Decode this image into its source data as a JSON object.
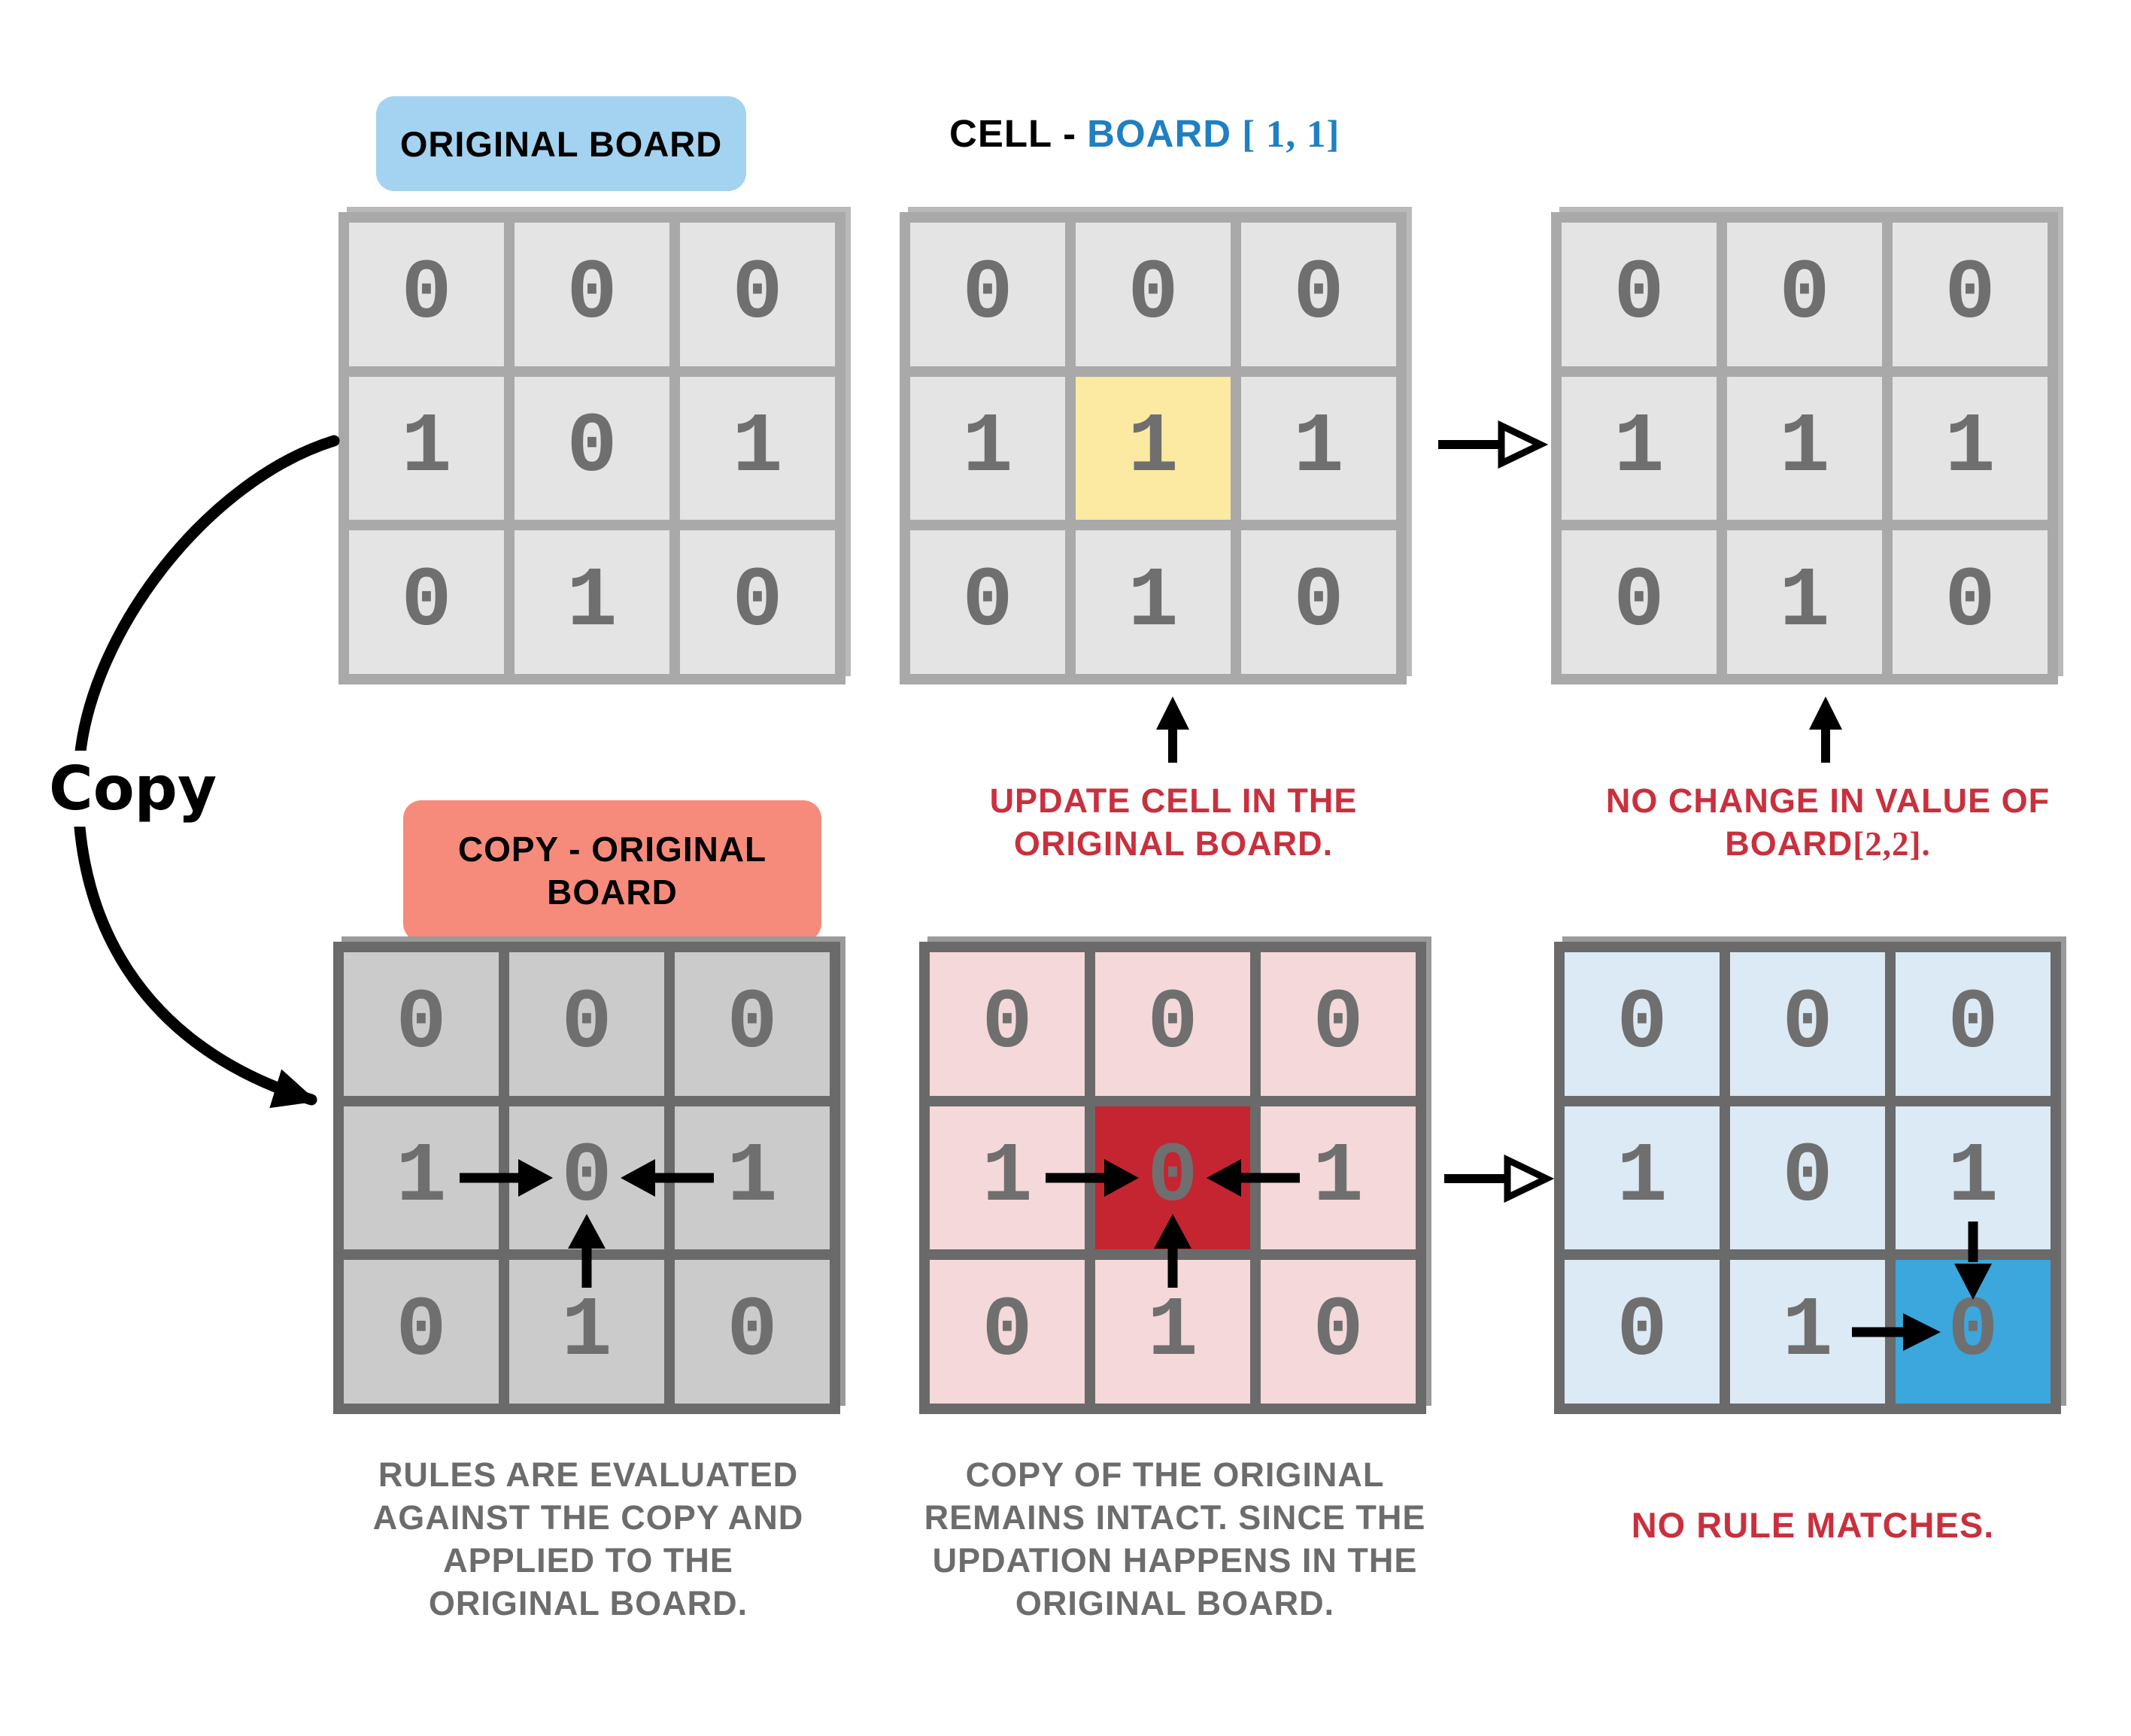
{
  "title_labels": {
    "original_board": "ORIGINAL BOARD",
    "copy_original_line1": "COPY - ORIGINAL",
    "copy_original_line2": "BOARD",
    "cell_word": "CELL",
    "dash": "-",
    "board_word": "BOARD",
    "board_index": "[ 1, 1]",
    "copy_arrow_label": "Copy"
  },
  "boards": {
    "top_left": [
      [
        "0",
        "0",
        "0"
      ],
      [
        "1",
        "0",
        "1"
      ],
      [
        "0",
        "1",
        "0"
      ]
    ],
    "top_mid": [
      [
        "0",
        "0",
        "0"
      ],
      [
        "1",
        "1",
        "1"
      ],
      [
        "0",
        "1",
        "0"
      ]
    ],
    "top_right": [
      [
        "0",
        "0",
        "0"
      ],
      [
        "1",
        "1",
        "1"
      ],
      [
        "0",
        "1",
        "0"
      ]
    ],
    "bot_left": [
      [
        "0",
        "0",
        "0"
      ],
      [
        "1",
        "0",
        "1"
      ],
      [
        "0",
        "1",
        "0"
      ]
    ],
    "bot_mid": [
      [
        "0",
        "0",
        "0"
      ],
      [
        "1",
        "0",
        "1"
      ],
      [
        "0",
        "1",
        "0"
      ]
    ],
    "bot_right": [
      [
        "0",
        "0",
        "0"
      ],
      [
        "1",
        "0",
        "1"
      ],
      [
        "0",
        "1",
        "0"
      ]
    ]
  },
  "captions": {
    "update_cell_line1": "UPDATE CELL IN THE",
    "update_cell_line2": "ORIGINAL BOARD.",
    "no_change_line1": "NO CHANGE IN VALUE OF",
    "no_change_board": "BOARD",
    "no_change_index": "[2,2].",
    "rules_line1": "RULES ARE EVALUATED",
    "rules_line2": "AGAINST THE COPY AND",
    "rules_line3": "APPLIED TO THE",
    "rules_line4": "ORIGINAL BOARD.",
    "intact_line1": "COPY OF THE ORIGINAL",
    "intact_line2": "REMAINS INTACT. SINCE THE",
    "intact_line3": "UPDATION HAPPENS IN THE",
    "intact_line4": "ORIGINAL BOARD.",
    "no_rule": "NO RULE MATCHES."
  },
  "colors": {
    "blue_label_bg": "#a3d3f0",
    "salmon_label_bg": "#f78b7b",
    "yellow_highlight": "#fce9a2",
    "red_highlight": "#c42531",
    "blue_highlight": "#3ba7dc",
    "top_cell_bg": "#e4e4e4",
    "top_grid_border": "#a9a9a9",
    "bottom_cell_bg": "#cbcbcb",
    "bottom_grid_border": "#6a6a6a",
    "pink_cell_bg": "#f5d8da",
    "light_blue_cell_bg": "#dbeaf4",
    "number_gray": "#6f6f6f",
    "caption_red": "#c9303d",
    "caption_gray": "#6c6c6c",
    "accent_blue_text": "#1f7fc2"
  }
}
